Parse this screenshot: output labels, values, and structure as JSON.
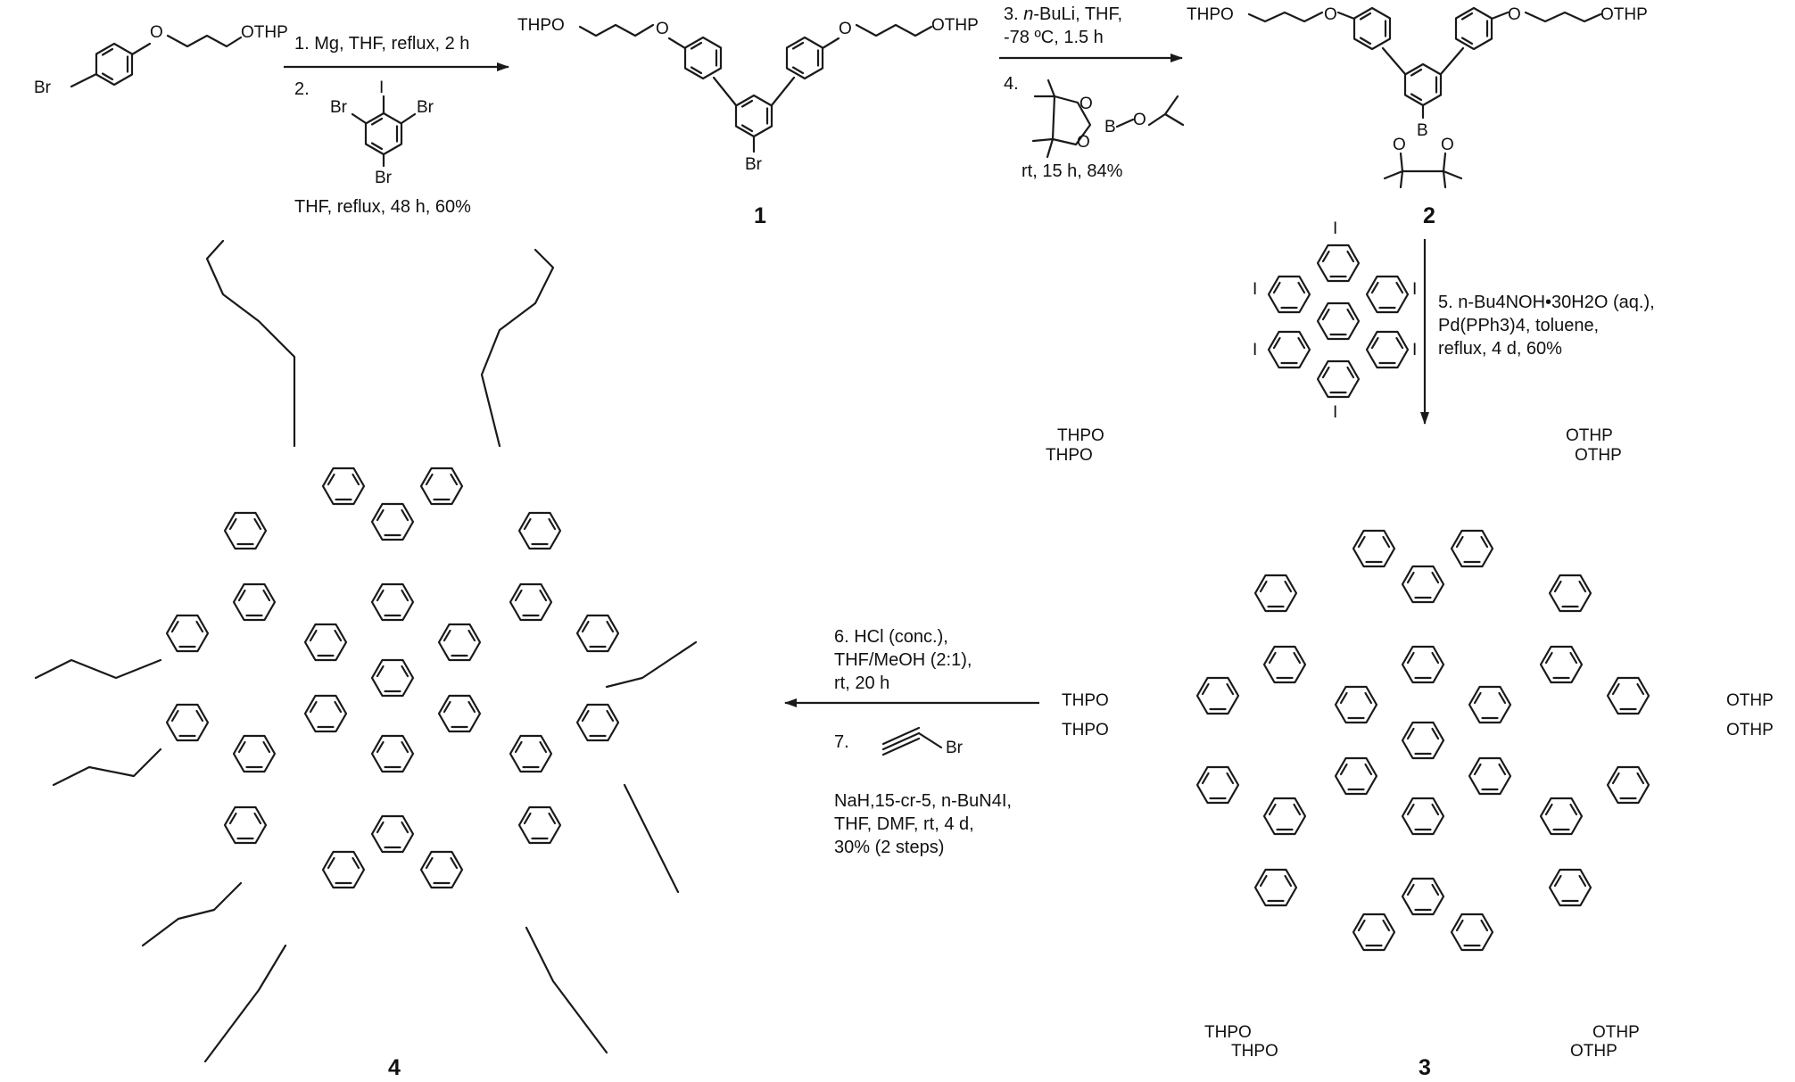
{
  "compound_numbers": {
    "c1": "1",
    "c2": "2",
    "c3": "3",
    "c4": "4"
  },
  "atom_labels": {
    "O": "O",
    "OTHP": "OTHP",
    "THPO": "THPO",
    "Br": "Br",
    "I": "I",
    "B": "B"
  },
  "step_1_2": {
    "line1": "1. Mg, THF, reflux, 2 h",
    "line2": "2.",
    "line3": "THF, reflux, 48 h, 60%"
  },
  "step_3_4": {
    "line1_num": "3. ",
    "line1_it": "n",
    "line1_rest": "-BuLi, THF,",
    "line2": "-78 ºC, 1.5 h",
    "line3": "4.",
    "line4": "rt, 15 h, 84%"
  },
  "step_5": {
    "line1": "5. n-Bu4NOH•30H2O (aq.),",
    "line2": "Pd(PPh3)4, toluene,",
    "line3": "reflux, 4 d, 60%"
  },
  "step_6_7": {
    "line1": "6. HCl (conc.),",
    "line2": "THF/MeOH (2:1),",
    "line3": "rt, 20 h",
    "line4": "7.",
    "line5": "NaH,15-cr-5, n-BuN4I,",
    "line6": "THF, DMF, rt, 4 d,",
    "line7": "30% (2 steps)"
  },
  "colors": {
    "ink": "#1a1a1a",
    "background": "#ffffff"
  }
}
